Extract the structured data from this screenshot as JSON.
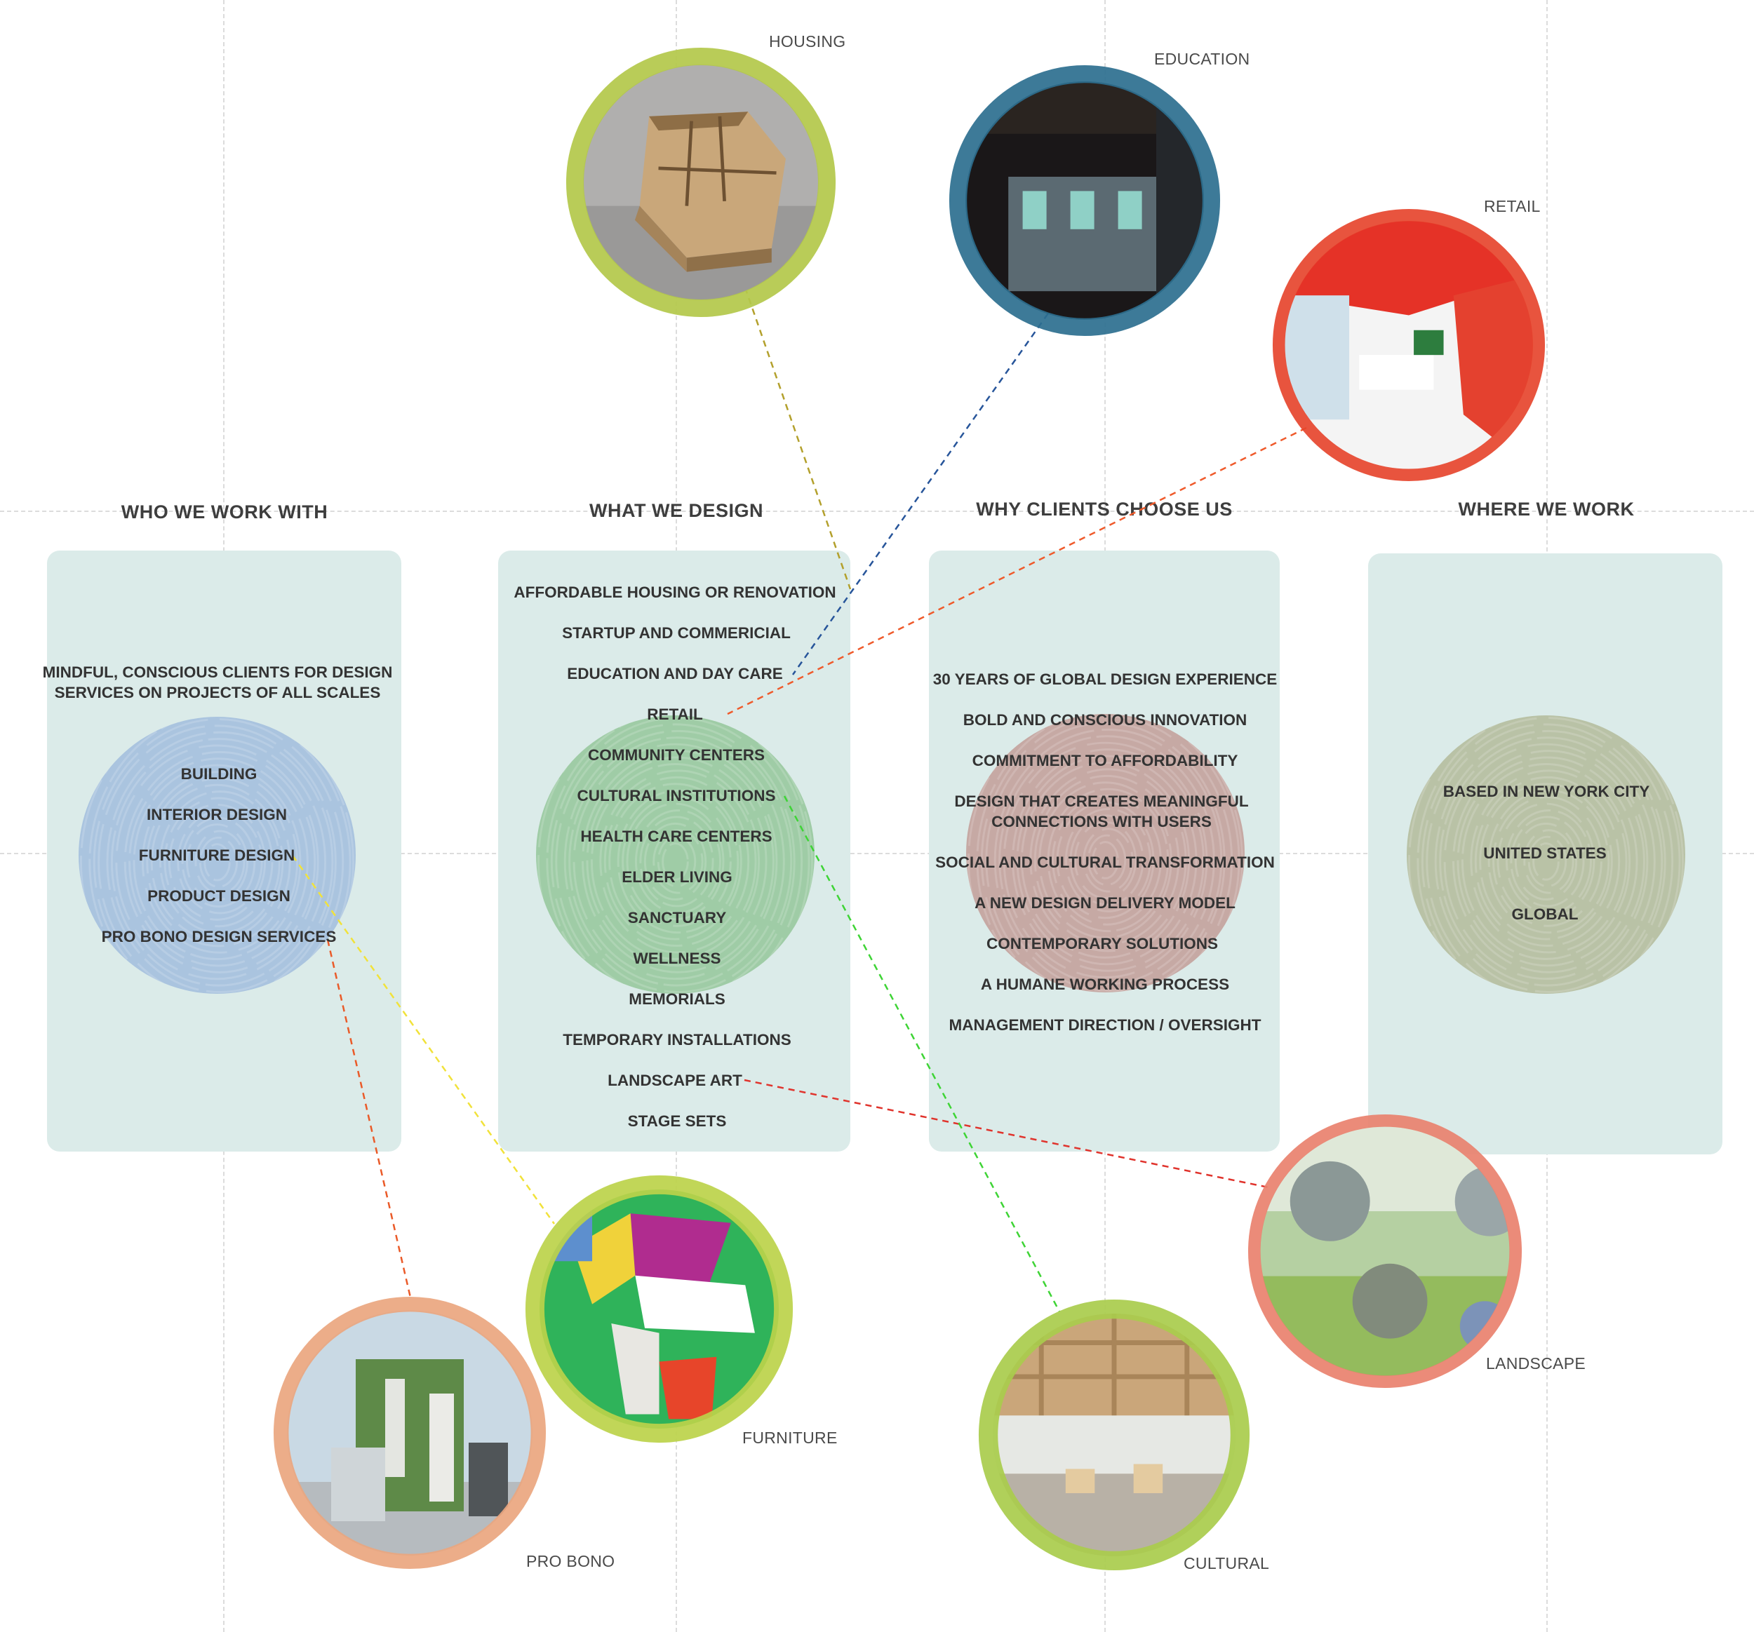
{
  "columns": {
    "who": {
      "heading": "WHO WE WORK WITH",
      "intro": "MINDFUL, CONSCIOUS CLIENTS FOR  DESIGN SERVICES ON PROJECTS OF ALL SCALES",
      "items": [
        "BUILDING",
        "INTERIOR DESIGN",
        "FURNITURE DESIGN",
        "PRODUCT DESIGN",
        "PRO BONO DESIGN SERVICES"
      ]
    },
    "what": {
      "heading": "WHAT WE DESIGN",
      "items": [
        "AFFORDABLE HOUSING OR RENOVATION",
        "STARTUP AND COMMERICIAL",
        "EDUCATION AND DAY CARE",
        "RETAIL",
        "COMMUNITY CENTERS",
        "CULTURAL INSTITUTIONS",
        "HEALTH CARE CENTERS",
        "ELDER LIVING",
        "SANCTUARY",
        "WELLNESS",
        "MEMORIALS",
        "TEMPORARY INSTALLATIONS",
        "LANDSCAPE ART",
        "STAGE SETS"
      ]
    },
    "why": {
      "heading": "WHY CLIENTS CHOOSE US",
      "items": [
        "30 YEARS OF GLOBAL DESIGN EXPERIENCE",
        "BOLD AND CONSCIOUS  INNOVATION",
        "COMMITMENT TO AFFORDABILITY",
        "DESIGN THAT CREATES MEANINGFUL CONNECTIONS WITH USERS",
        "SOCIAL AND CULTURAL TRANSFORMATION",
        "A  NEW DESIGN DELIVERY MODEL",
        "CONTEMPORARY SOLUTIONS",
        "A HUMANE WORKING PROCESS",
        "MANAGEMENT DIRECTION  / OVERSIGHT"
      ]
    },
    "where": {
      "heading": "WHERE WE WORK",
      "items": [
        "BASED IN NEW YORK CITY",
        "UNITED STATES",
        "GLOBAL"
      ]
    }
  },
  "photos": {
    "housing": "HOUSING",
    "education": "EDUCATION",
    "retail": "RETAIL",
    "landscape": "LANDSCAPE",
    "furniture": "FURNITURE",
    "pro_bono": "PRO BONO",
    "cultural": "CULTURAL"
  },
  "colors": {
    "panel": "#dbebe9",
    "who_core": "#aac4df",
    "what_core": "#9fcca6",
    "why_core": "#c6a9a4",
    "where_core": "#b9c2a6",
    "housing_ring": "#b3c84a",
    "education_ring": "#2d6f8f",
    "retail_ring": "#e6452e",
    "landscape_ring": "#e9816e",
    "furniture_ring": "#bcd34a",
    "pro_bono_ring": "#eaa67f",
    "cultural_ring": "#a9cc4c",
    "link_housing": "#b3a02c",
    "link_education": "#27559a",
    "link_retail": "#ef5a2b",
    "link_landscape": "#e0332c",
    "link_furniture": "#f1e23a",
    "link_pro_bono": "#ea5a28",
    "link_cultural": "#3ed435"
  },
  "icons": {
    "core_texture": "fingerprint-icon"
  }
}
